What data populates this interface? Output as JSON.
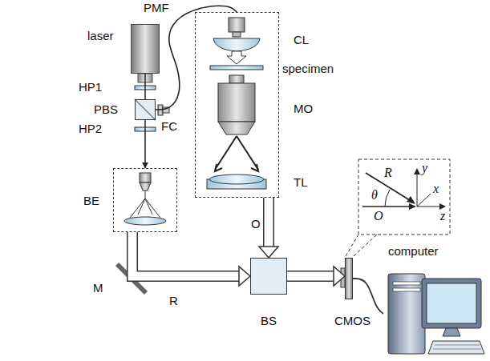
{
  "diagram": {
    "nodes": [
      {
        "text": [
          "laser"
        ]
      },
      {
        "text": [
          "PBS"
        ]
      },
      {
        "text": [
          "BE"
        ]
      },
      {
        "text": [
          "CL",
          "specimen",
          "MO",
          "TL"
        ]
      },
      {
        "text": [
          "BS"
        ]
      },
      {
        "text": [
          "CMOS"
        ]
      },
      {
        "text": [
          "computer"
        ]
      }
    ],
    "edges": [
      {
        "from": 0,
        "to": 1,
        "arrow": "none"
      },
      {
        "from": 1,
        "to": 2,
        "arrow": "to"
      },
      {
        "from": 1,
        "to": 3,
        "label": "PMF",
        "arrow": "none"
      },
      {
        "from": 2,
        "to": 4,
        "label": "R",
        "arrow": "to"
      },
      {
        "from": 3,
        "to": 4,
        "label": "O",
        "arrow": "to"
      },
      {
        "from": 4,
        "to": 5,
        "arrow": "to"
      },
      {
        "from": 5,
        "to": 6,
        "arrow": "none"
      }
    ],
    "labels": [
      "HP1",
      "HP2",
      "FC",
      "M",
      "R",
      "θ",
      "O",
      "x",
      "y",
      "z"
    ]
  }
}
